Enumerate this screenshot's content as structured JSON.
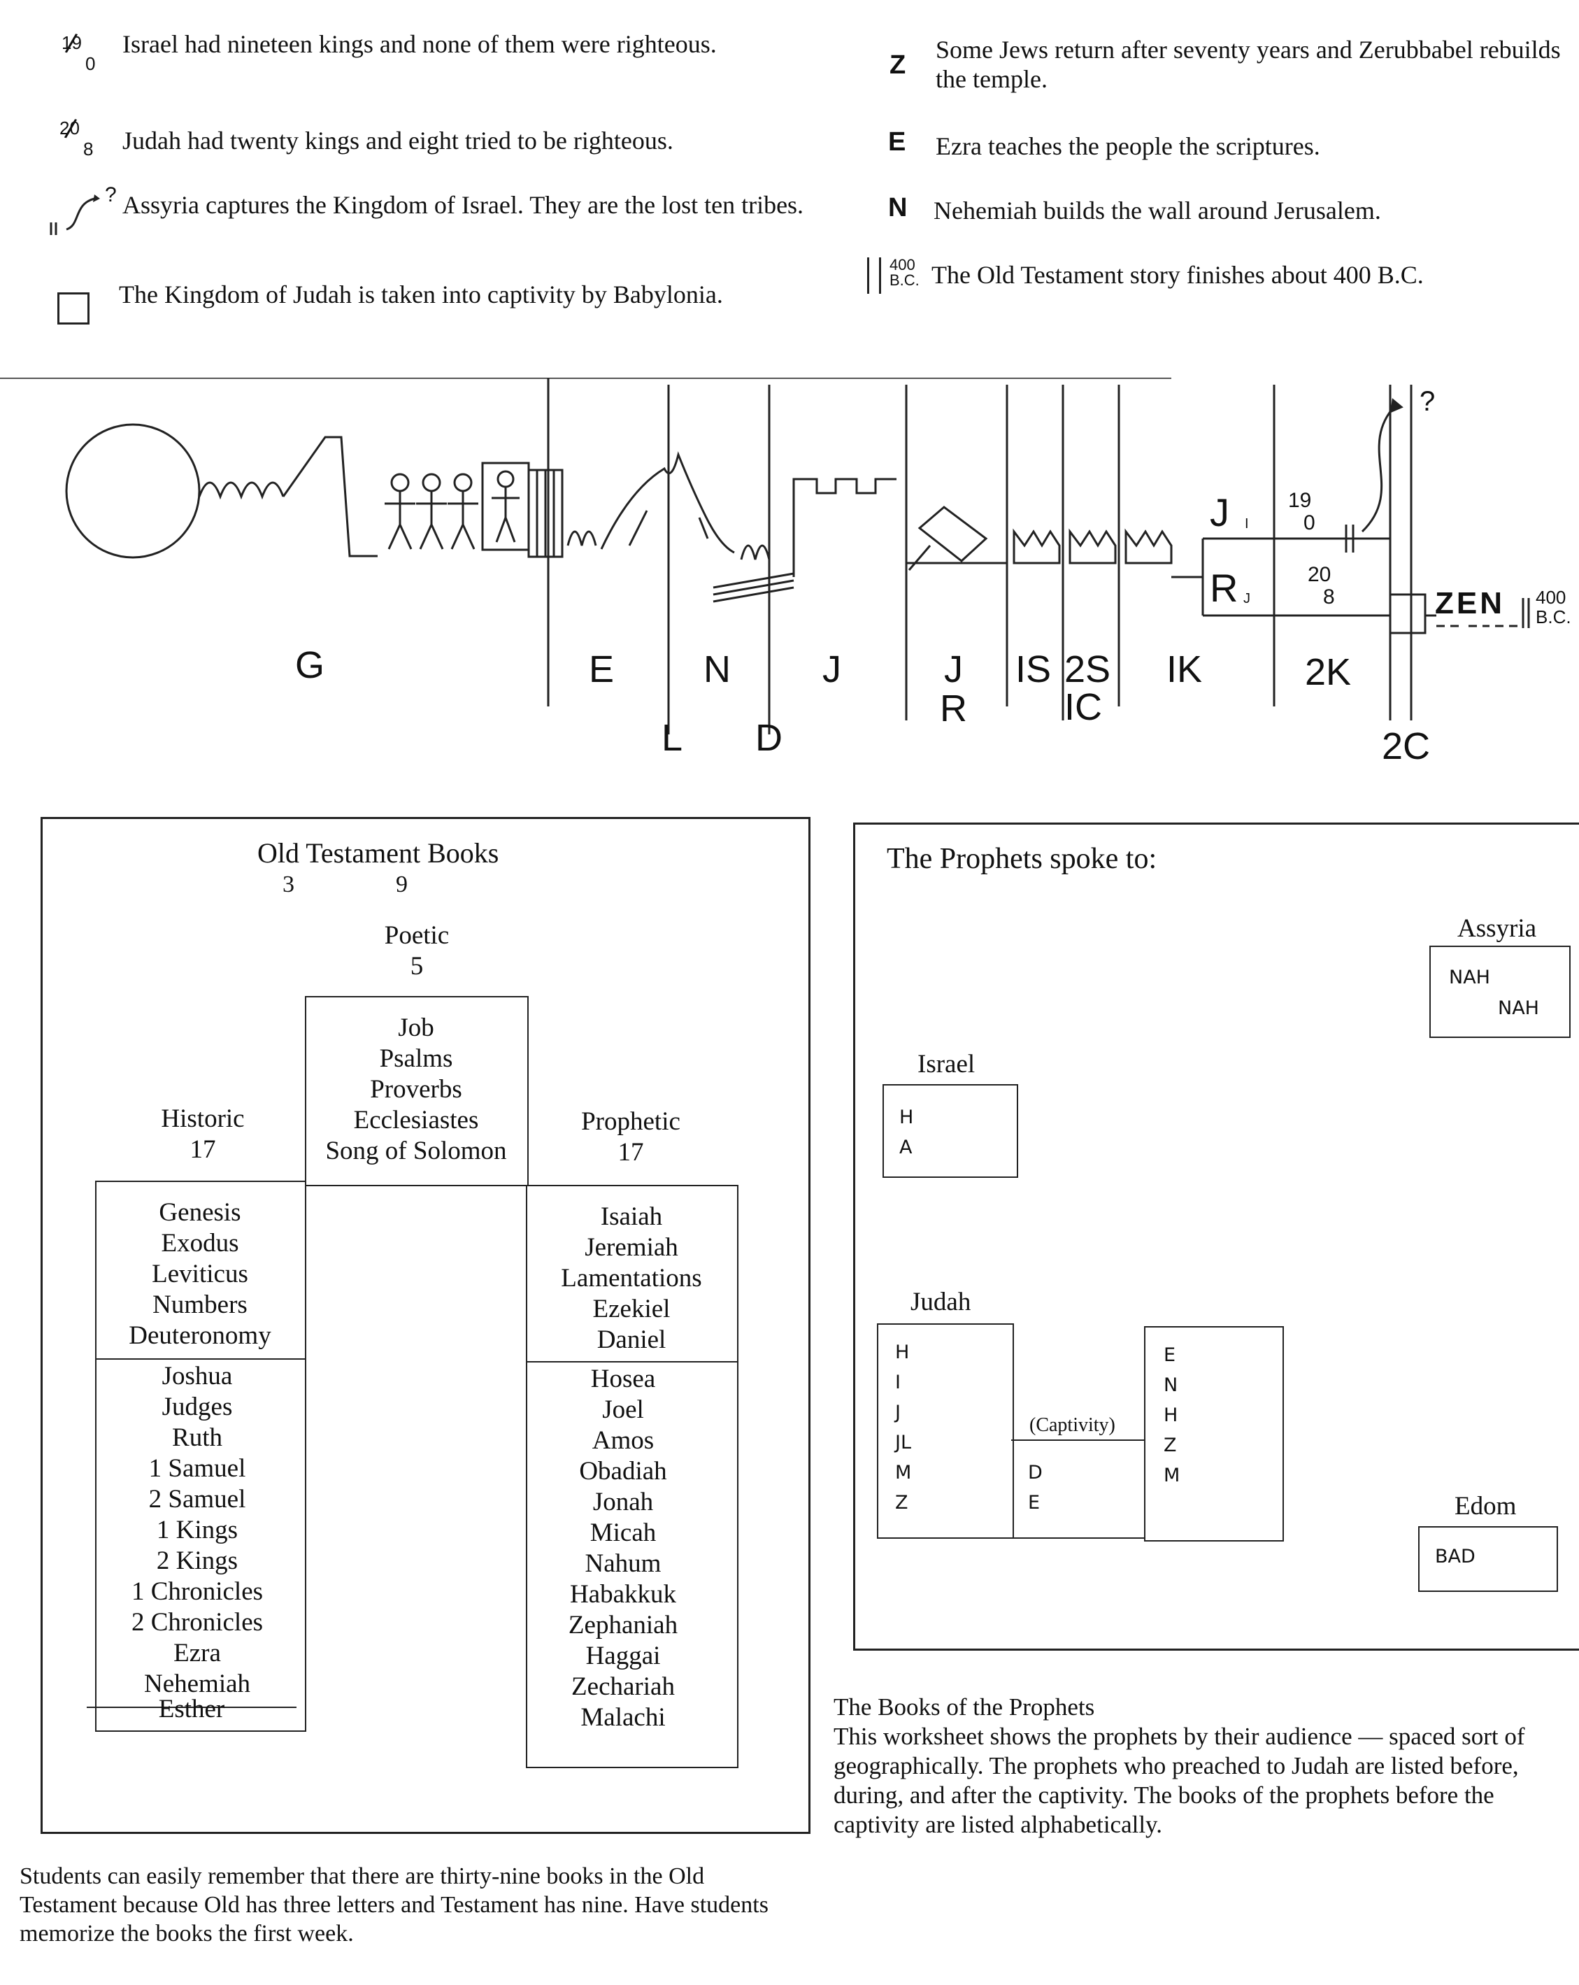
{
  "legend": {
    "israel_kings": {
      "num": "19",
      "den": "0",
      "text": "Israel had nineteen kings and none of them were righteous."
    },
    "judah_kings": {
      "num": "20",
      "den": "8",
      "text": "Judah had twenty kings and eight tried to be righteous."
    },
    "assyria": {
      "mark": "?",
      "text": "Assyria captures the Kingdom of Israel. They are the lost ten tribes."
    },
    "babylonia": {
      "text": "The Kingdom of Judah is taken into captivity by Babylonia."
    },
    "zerubbabel": {
      "symbol": "Z",
      "text": "Some Jews return after seventy years and Zerubbabel rebuilds the temple."
    },
    "ezra": {
      "symbol": "E",
      "text": "Ezra teaches the people the scriptures."
    },
    "nehemiah": {
      "symbol": "N",
      "text": "Nehemiah builds the wall around Jerusalem."
    },
    "end": {
      "num": "400",
      "den": "B.C.",
      "text": "The Old Testament story finishes about 400 B.C."
    }
  },
  "timeline": {
    "labels": [
      "G",
      "E",
      "N",
      "J",
      "J",
      "R",
      "IS",
      "2S",
      "IC",
      "IK",
      "2K",
      "L",
      "D",
      "2C"
    ],
    "j_mark": "J",
    "j_sub": "I",
    "r_mark": "R",
    "r_sub": "J",
    "israel_frac": {
      "num": "19",
      "den": "0"
    },
    "judah_frac": {
      "num": "20",
      "den": "8"
    },
    "zen": "ZEN",
    "end_num": "400",
    "end_den": "B.C.",
    "question": "?"
  },
  "books": {
    "title": "Old Testament Books",
    "digits": [
      "3",
      "9"
    ],
    "poetic": {
      "label": "Poetic",
      "count": "5",
      "items": [
        "Job",
        "Psalms",
        "Proverbs",
        "Ecclesiastes",
        "Song of Solomon"
      ]
    },
    "historic": {
      "label": "Historic",
      "count": "17",
      "group1": [
        "Genesis",
        "Exodus",
        "Leviticus",
        "Numbers",
        "Deuteronomy"
      ],
      "group2": [
        "Joshua",
        "Judges",
        "Ruth",
        "1 Samuel",
        "2 Samuel",
        "1 Kings",
        "2 Kings",
        "1 Chronicles",
        "2 Chronicles",
        "Ezra",
        "Nehemiah"
      ],
      "group3": [
        "Esther"
      ]
    },
    "prophetic": {
      "label": "Prophetic",
      "count": "17",
      "group1": [
        "Isaiah",
        "Jeremiah",
        "Lamentations",
        "Ezekiel",
        "Daniel"
      ],
      "group2": [
        "Hosea",
        "Joel",
        "Amos",
        "Obadiah",
        "Jonah",
        "Micah",
        "Nahum",
        "Habakkuk",
        "Zephaniah",
        "Haggai",
        "Zechariah",
        "Malachi"
      ]
    }
  },
  "prophets": {
    "title": "The Prophets spoke to:",
    "assyria": {
      "label": "Assyria",
      "items": [
        "NAH",
        "NAH"
      ]
    },
    "israel": {
      "label": "Israel",
      "items": [
        "H",
        "A"
      ]
    },
    "judah": {
      "label": "Judah",
      "before": [
        "H",
        "I",
        "J",
        "JL",
        "M",
        "Z"
      ],
      "captivity_label": "(Captivity)",
      "during": [
        "D",
        "E"
      ],
      "after": [
        "E",
        "N",
        "H",
        "Z",
        "M"
      ]
    },
    "edom": {
      "label": "Edom",
      "items": [
        "BAD"
      ]
    }
  },
  "notes": {
    "books_heading": "The Books of the Prophets",
    "prophets_note": "This worksheet shows the prophets by their audience — spaced sort of geographically. The prophets who preached to Judah are listed before, during, and after the captivity. The books of the prophets before the captivity are listed alphabetically.",
    "students_note": "Students can easily remember that there are thirty-nine books in the Old Testament because Old has three letters and Testament has nine. Have students memorize the books the first week."
  }
}
